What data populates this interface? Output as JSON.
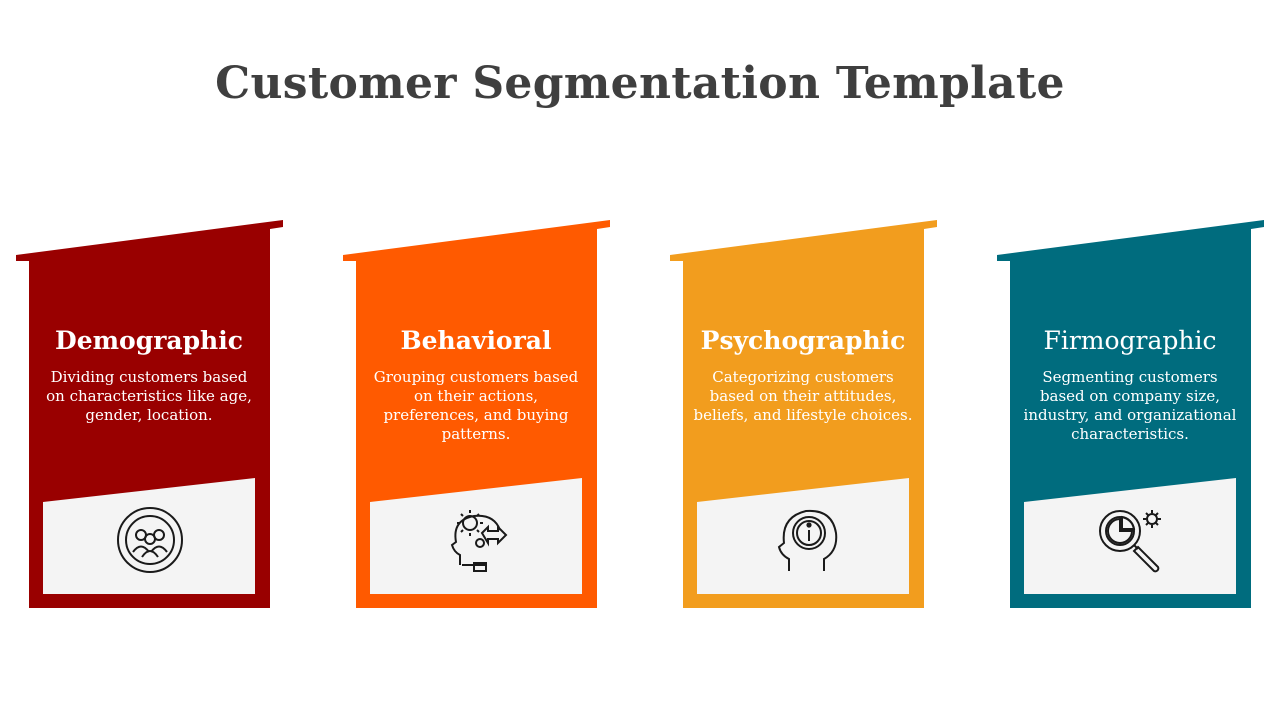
{
  "title": "Customer Segmentation Template",
  "cards": [
    {
      "heading": "Demographic",
      "description": "Dividing customers based on characteristics like age, gender, location.",
      "color": "#990000",
      "icon": "demographic-users-icon"
    },
    {
      "heading": "Behavioral",
      "description": "Grouping customers based on their actions, preferences, and buying patterns.",
      "color": "#ff5a00",
      "icon": "behavioral-head-gear-icon"
    },
    {
      "heading": "Psychographic",
      "description": "Categorizing customers based on their attitudes, beliefs, and lifestyle choices.",
      "color": "#f29d1e",
      "icon": "psychographic-head-info-icon"
    },
    {
      "heading": "Firmographic",
      "description": "Segmenting customers based on company size, industry, and organizational characteristics.",
      "color": "#006c7e",
      "icon": "firmographic-magnifier-gear-icon"
    }
  ],
  "panel_color": "#f4f4f4",
  "icon_color": "#1a1a1a"
}
